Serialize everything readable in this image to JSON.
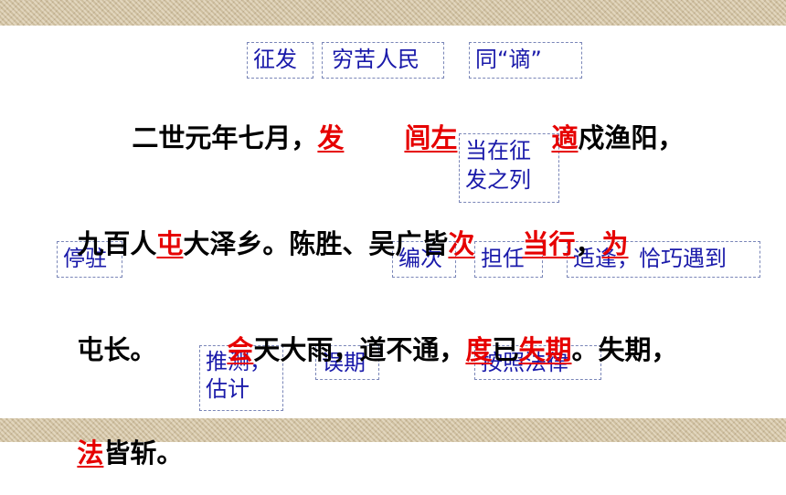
{
  "annotations": {
    "zhengfa": "征发",
    "qiongku": "穷苦人民",
    "tong_zhe": "同“谪”",
    "dangzai_1": "当在征",
    "dangzai_2": "发之列",
    "tingzhu": "停驻",
    "bianci": "编次",
    "danren": "担任",
    "shifeng": "适逢，恰巧遇到",
    "tuice_1": "推测，",
    "tuice_2": "估计",
    "wuqi": "误期",
    "anzhao": "按照法律"
  },
  "text": {
    "l1_a": "二世元年七月，",
    "l1_fa": "发",
    "l1_lvzuo": "闾左",
    "l1_di": "適",
    "l1_b": "戍渔阳，",
    "l2_a": "九百人",
    "l2_tun": "屯",
    "l2_b": "大泽乡。陈胜、吴广皆",
    "l2_ci": "次",
    "l2_dangxing": "当行",
    "l2_comma": "，",
    "l2_wei": "为",
    "l3_a": "屯长。",
    "l3_hui": "会",
    "l3_b": "天大雨，道不通，",
    "l3_du": "度",
    "l3_c": "已",
    "l3_shiqi": "失期",
    "l3_d": "。失期，",
    "l4_fa": "法",
    "l4_a": "皆斩。"
  },
  "colors": {
    "highlight": "#e60000",
    "annotation_text": "#1a1aaa",
    "annotation_border": "#7a86b8"
  }
}
